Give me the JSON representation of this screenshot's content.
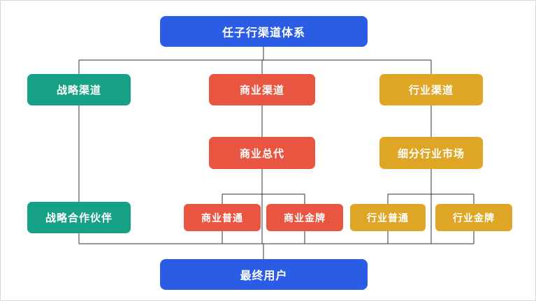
{
  "diagram": {
    "type": "org-chart",
    "connector_color": "#333333",
    "canvas": {
      "background": "#ffffff",
      "border_color": "#d8d8d8"
    },
    "colors": {
      "blue": "#2B5CE5",
      "teal": "#16A085",
      "orange": "#E85642",
      "yellow": "#DFA525"
    },
    "nodes": {
      "root": {
        "label": "任子行渠道体系",
        "color": "#2B5CE5"
      },
      "strategic": {
        "label": "战略渠道",
        "color": "#16A085"
      },
      "commercial": {
        "label": "商业渠道",
        "color": "#E85642"
      },
      "industry": {
        "label": "行业渠道",
        "color": "#DFA525"
      },
      "commercial_agent": {
        "label": "商业总代",
        "color": "#E85642"
      },
      "industry_market": {
        "label": "细分行业市场",
        "color": "#DFA525"
      },
      "strategic_partner": {
        "label": "战略合作伙伴",
        "color": "#16A085"
      },
      "commercial_normal": {
        "label": "商业普通",
        "color": "#E85642"
      },
      "commercial_gold": {
        "label": "商业金牌",
        "color": "#E85642"
      },
      "industry_normal": {
        "label": "行业普通",
        "color": "#DFA525"
      },
      "industry_gold": {
        "label": "行业金牌",
        "color": "#DFA525"
      },
      "end_user": {
        "label": "最终用户",
        "color": "#2B5CE5"
      }
    },
    "edges": [
      [
        "root",
        "strategic"
      ],
      [
        "root",
        "commercial"
      ],
      [
        "root",
        "industry"
      ],
      [
        "strategic",
        "strategic_partner"
      ],
      [
        "commercial",
        "commercial_agent"
      ],
      [
        "commercial_agent",
        "commercial_normal"
      ],
      [
        "commercial_agent",
        "commercial_gold"
      ],
      [
        "industry",
        "industry_market"
      ],
      [
        "industry_market",
        "industry_normal"
      ],
      [
        "industry_market",
        "industry_gold"
      ],
      [
        "strategic_partner",
        "end_user"
      ],
      [
        "commercial_normal",
        "end_user"
      ],
      [
        "commercial_gold",
        "end_user"
      ],
      [
        "industry_normal",
        "end_user"
      ],
      [
        "industry_gold",
        "end_user"
      ]
    ]
  }
}
